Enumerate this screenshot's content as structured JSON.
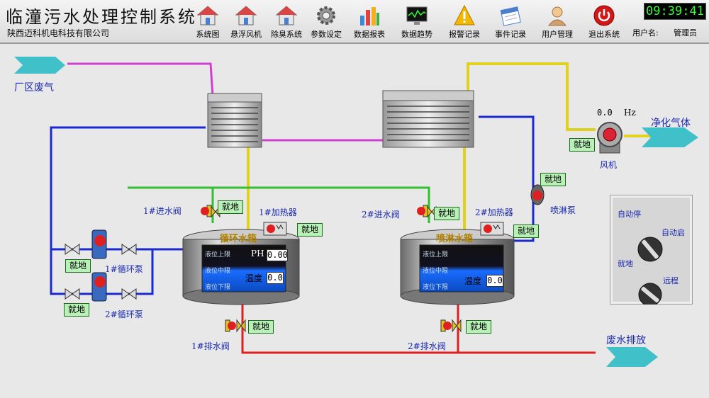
{
  "header": {
    "title": "临潼污水处理控制系统",
    "company": "陕西迈科机电科技有限公司",
    "clock": "09:39:41",
    "user_label": "用户名:",
    "user_name": "管理员"
  },
  "nav": [
    {
      "label": "系统图",
      "icon": "house-icon"
    },
    {
      "label": "悬浮风机",
      "icon": "house-icon"
    },
    {
      "label": "除臭系统",
      "icon": "house-icon"
    },
    {
      "label": "参数设定",
      "icon": "gear-icon"
    },
    {
      "label": "数据报表",
      "icon": "bar-chart-icon"
    },
    {
      "label": "数据趋势",
      "icon": "trend-monitor-icon"
    },
    {
      "label": "报警记录",
      "icon": "warning-icon"
    },
    {
      "label": "事件记录",
      "icon": "calendar-icon"
    },
    {
      "label": "用户管理",
      "icon": "user-icon"
    },
    {
      "label": "退出系统",
      "icon": "power-icon"
    }
  ],
  "labels": {
    "factory_gas": "厂区废气",
    "clean_gas": "净化气体",
    "waste_discharge": "废水排放",
    "fan": "风机",
    "fan_value": "0.0",
    "fan_unit": "Hz",
    "spray_pump": "喷淋泵",
    "inlet_valve_1": "1#进水阀",
    "inlet_valve_2": "2#进水阀",
    "heater_1": "1#加热器",
    "heater_2": "2#加热器",
    "pump_1": "1#循环泵",
    "pump_2": "2#循环泵",
    "drain_valve_1": "1#排水阀",
    "drain_valve_2": "2#排水阀",
    "local": "就地"
  },
  "tank1": {
    "title": "循环水箱",
    "level_high": "液位上限",
    "level_mid": "液位中限",
    "level_low": "液位下限",
    "ph_label": "PH",
    "ph_value": "0.00",
    "temp_label": "温度",
    "temp_value": "0.0"
  },
  "tank2": {
    "title": "喷淋水箱",
    "level_high": "液位上限",
    "level_mid": "液位中限",
    "level_low": "液位下限",
    "temp_label": "温度",
    "temp_value": "0.0"
  },
  "control_panel": {
    "auto_stop": "自动停",
    "auto_start": "自动启",
    "local": "就地",
    "remote": "远程"
  },
  "colors": {
    "pipe_magenta": "#d040d0",
    "pipe_yellow": "#e0d020",
    "pipe_blue": "#1a2ad0",
    "pipe_green": "#30c030",
    "pipe_red": "#e02020",
    "arrow_teal": "#40c0c8",
    "local_button": "#b8f0b8"
  }
}
